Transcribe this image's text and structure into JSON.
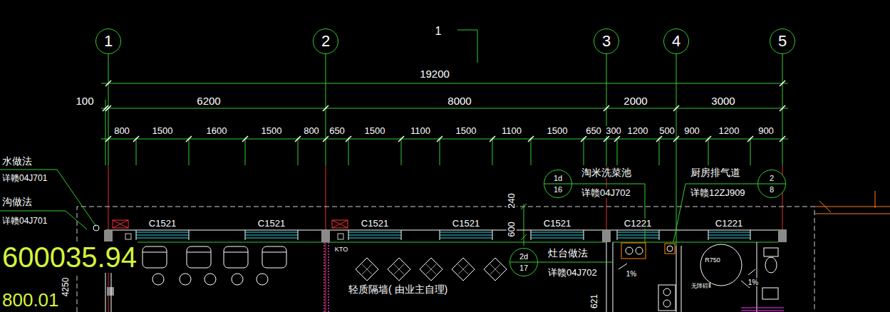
{
  "diagram": {
    "nodes": [
      {
        "text": [
          "1"
        ]
      },
      {
        "text": [
          "2"
        ]
      },
      {
        "text": [
          "3"
        ]
      },
      {
        "text": [
          "4"
        ]
      },
      {
        "text": [
          "5"
        ]
      },
      {
        "text": [
          "1d",
          "16"
        ]
      },
      {
        "text": [
          "2",
          "8"
        ]
      },
      {
        "text": [
          "2d",
          "17"
        ]
      }
    ],
    "labels": [
      "1",
      "19200",
      "100",
      "6200",
      "8000",
      "2000",
      "3000",
      "800",
      "1500",
      "1600",
      "1500",
      "800",
      "650",
      "1500",
      "1100",
      "1500",
      "1100",
      "1500",
      "650",
      "300",
      "1200",
      "500",
      "900",
      "1200",
      "900",
      "C1521",
      "C1521",
      "C1521",
      "C1521",
      "C1521",
      "C1221",
      "C1221",
      "240",
      "600",
      "淘米洗菜池",
      "详赣04J702",
      "厨房排气道",
      "详赣12ZJ909",
      "灶台做法",
      "详赣04J702",
      "轻质隔墙( 由业主自理)",
      "KTO",
      "KTO",
      "水做法",
      "详赣04J701",
      "沟做法",
      "详赣04J701",
      "4250",
      "621",
      "R750",
      "1%",
      "1%",
      "无障碍Ⅱ",
      "600035.94",
      "800.01"
    ]
  }
}
